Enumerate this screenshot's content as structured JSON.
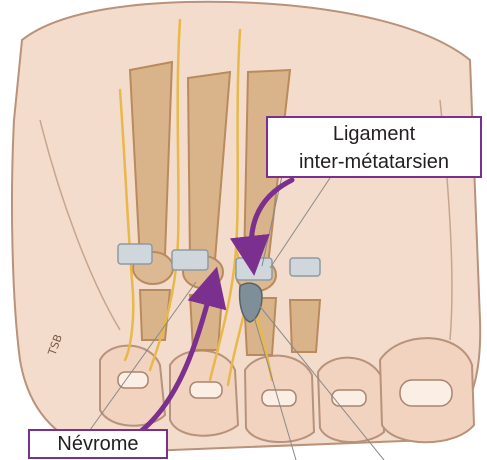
{
  "labels": {
    "ligament_line1": "Ligament",
    "ligament_line2": "inter-métatarsien",
    "nevrome": "Névrome"
  },
  "artist_signature": "TSB",
  "colors": {
    "accent": "#7b2f8e",
    "skin": "#f3dccb",
    "skin_outline": "#b8927a",
    "bone": "#d9b48a",
    "bone_shadow": "#b98b5c",
    "nerve": "#e8b84a",
    "ligament": "#cfd6dc",
    "neuroma": "#7f8f99",
    "text": "#231f20"
  }
}
